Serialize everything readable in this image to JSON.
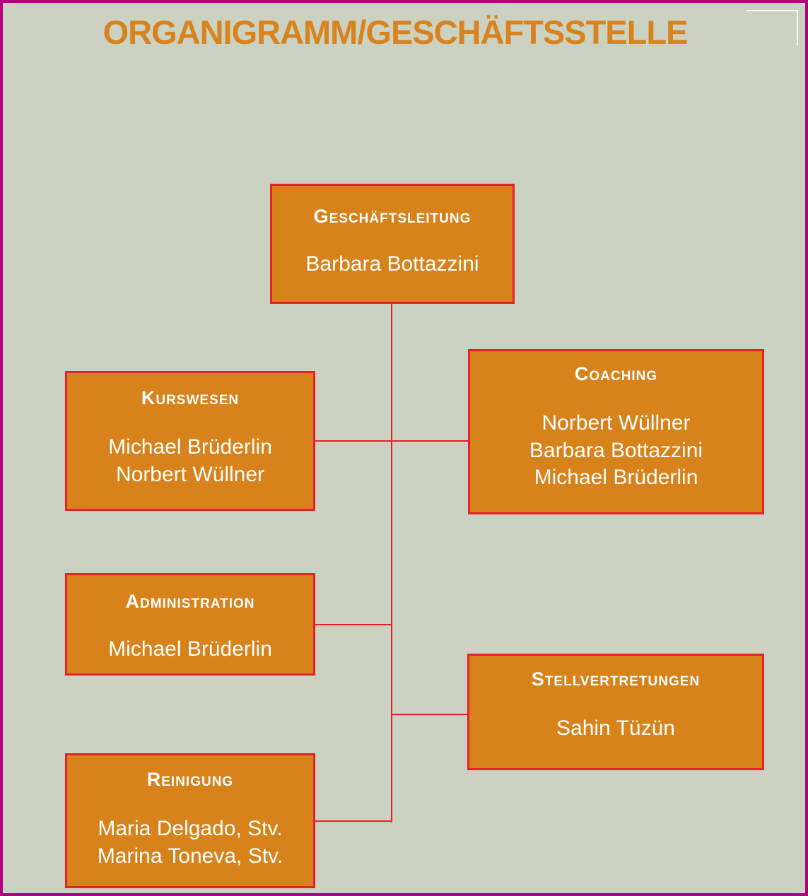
{
  "title": "ORGANIGRAMM/GESCHÄFTSSTELLE",
  "colors": {
    "frame": "#b0007a",
    "background": "#cbd2c1",
    "box_fill": "#d7821a",
    "box_border": "#e8202a",
    "title": "#d8831e"
  },
  "units": {
    "leitung": {
      "heading": "Geschäftsleitung",
      "names": [
        "Barbara Bottazzini"
      ]
    },
    "kurswesen": {
      "heading": "Kurswesen",
      "names": [
        "Michael Brüderlin",
        "Norbert Wüllner"
      ]
    },
    "coaching": {
      "heading": "Coaching",
      "names": [
        "Norbert Wüllner",
        "Barbara Bottazzini",
        "Michael Brüderlin"
      ]
    },
    "administration": {
      "heading": "Administration",
      "names": [
        "Michael Brüderlin"
      ]
    },
    "stellvertretungen": {
      "heading": "Stellvertretungen",
      "names": [
        "Sahin Tüzün"
      ]
    },
    "reinigung": {
      "heading": "Reinigung",
      "names": [
        "Maria Delgado, Stv.",
        "Marina Toneva, Stv."
      ]
    }
  }
}
